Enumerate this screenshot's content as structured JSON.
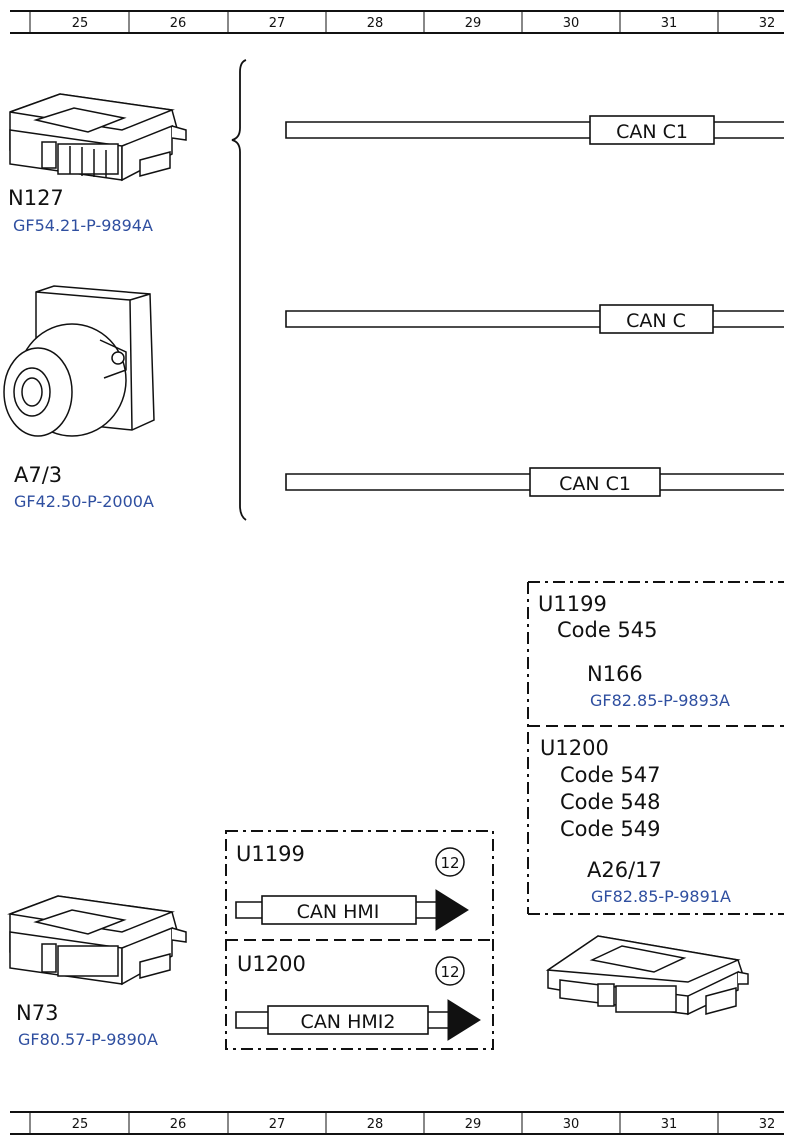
{
  "ruler": {
    "columns": [
      "25",
      "26",
      "27",
      "28",
      "29",
      "30",
      "31",
      "32"
    ]
  },
  "components": {
    "n127": {
      "id": "N127",
      "ref": "GF54.21-P-9894A"
    },
    "a7_3": {
      "id": "A7/3",
      "ref": "GF42.50-P-2000A"
    },
    "n73": {
      "id": "N73",
      "ref": "GF80.57-P-9890A"
    }
  },
  "wires": {
    "can_c1_top": "CAN C1",
    "can_c": "CAN C",
    "can_c1_bottom": "CAN C1"
  },
  "variant_box_right_1": {
    "code_id": "U1199",
    "codes": [
      "Code 545"
    ],
    "component": "N166",
    "ref": "GF82.85-P-9893A"
  },
  "variant_box_right_2": {
    "code_id": "U1200",
    "codes": [
      "Code 547",
      "Code 548",
      "Code 549"
    ],
    "component": "A26/17",
    "ref": "GF82.85-P-9891A"
  },
  "variant_box_mid_1": {
    "code_id": "U1199",
    "wire": "CAN HMI",
    "page_ref": "12"
  },
  "variant_box_mid_2": {
    "code_id": "U1200",
    "wire": "CAN HMI2",
    "page_ref": "12"
  }
}
